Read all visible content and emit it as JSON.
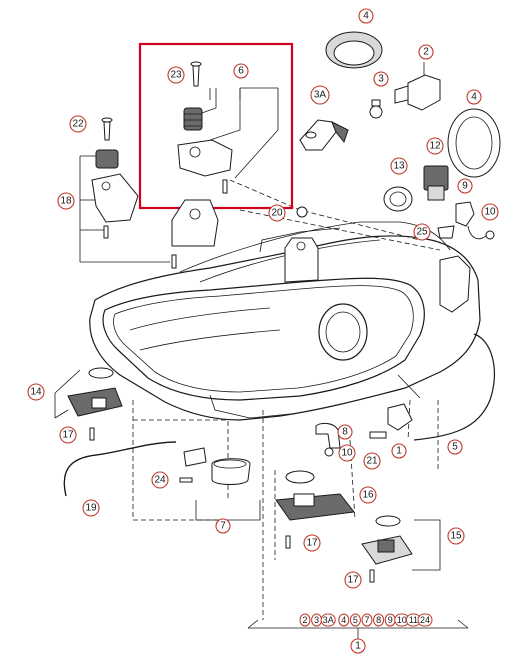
{
  "colors": {
    "highlight": "#d0021b",
    "badge_outline": "#c0392b",
    "line": "#1a1a1a"
  },
  "callouts": {
    "p1": "1",
    "p2": "2",
    "p3": "3",
    "p3a": "3A",
    "p4_top": "4",
    "p4_right": "4",
    "p5": "5",
    "p6": "6",
    "p7": "7",
    "p8": "8",
    "p9": "9",
    "p10_a": "10",
    "p10_b": "10",
    "p12": "12",
    "p13": "13",
    "p14": "14",
    "p15": "15",
    "p16": "16",
    "p17_a": "17",
    "p17_b": "17",
    "p17_c": "17",
    "p18": "18",
    "p19": "19",
    "p20": "20",
    "p21": "21",
    "p22": "22",
    "p23": "23",
    "p24": "24",
    "p25": "25"
  },
  "assembly_group": {
    "items": [
      "2",
      "3",
      "3A",
      "4",
      "5",
      "7",
      "8",
      "9",
      "10",
      "11",
      "24"
    ],
    "main_label": "1"
  }
}
